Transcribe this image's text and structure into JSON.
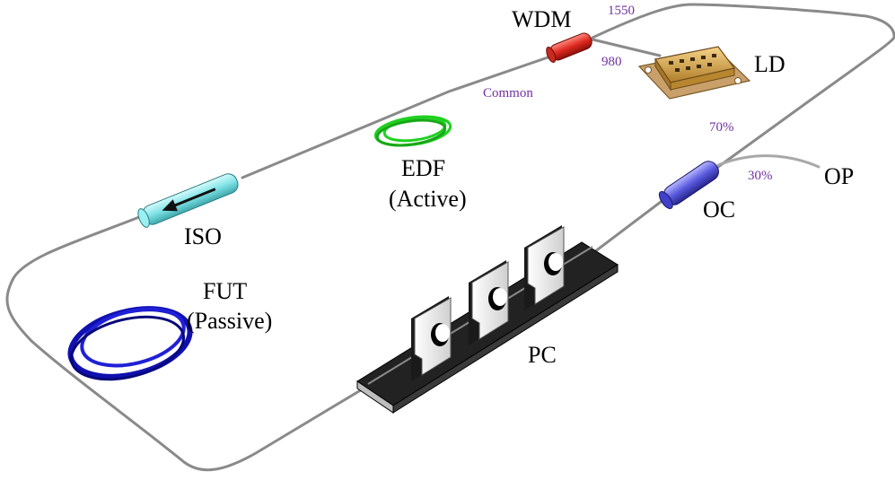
{
  "diagram": {
    "components": {
      "wdm": {
        "label": "WDM",
        "color": "#e8322a"
      },
      "ld": {
        "label": "LD",
        "color": "#d9a441"
      },
      "edf": {
        "label_line1": "EDF",
        "label_line2": "(Active)",
        "color": "#1fd11f"
      },
      "iso": {
        "label": "ISO",
        "color": "#7fe3e6"
      },
      "fut": {
        "label_line1": "FUT",
        "label_line2": "(Passive)",
        "color": "#1010b0"
      },
      "pc": {
        "label": "PC",
        "color": "#1a1a1a"
      },
      "oc": {
        "label": "OC",
        "color": "#5a5ae0"
      },
      "op": {
        "label": "OP"
      }
    },
    "port_labels": {
      "wdm_1550": "1550",
      "wdm_980": "980",
      "wdm_common": "Common",
      "oc_70": "70%",
      "oc_30": "30%"
    },
    "fiber_color": "#8a8a8a"
  }
}
